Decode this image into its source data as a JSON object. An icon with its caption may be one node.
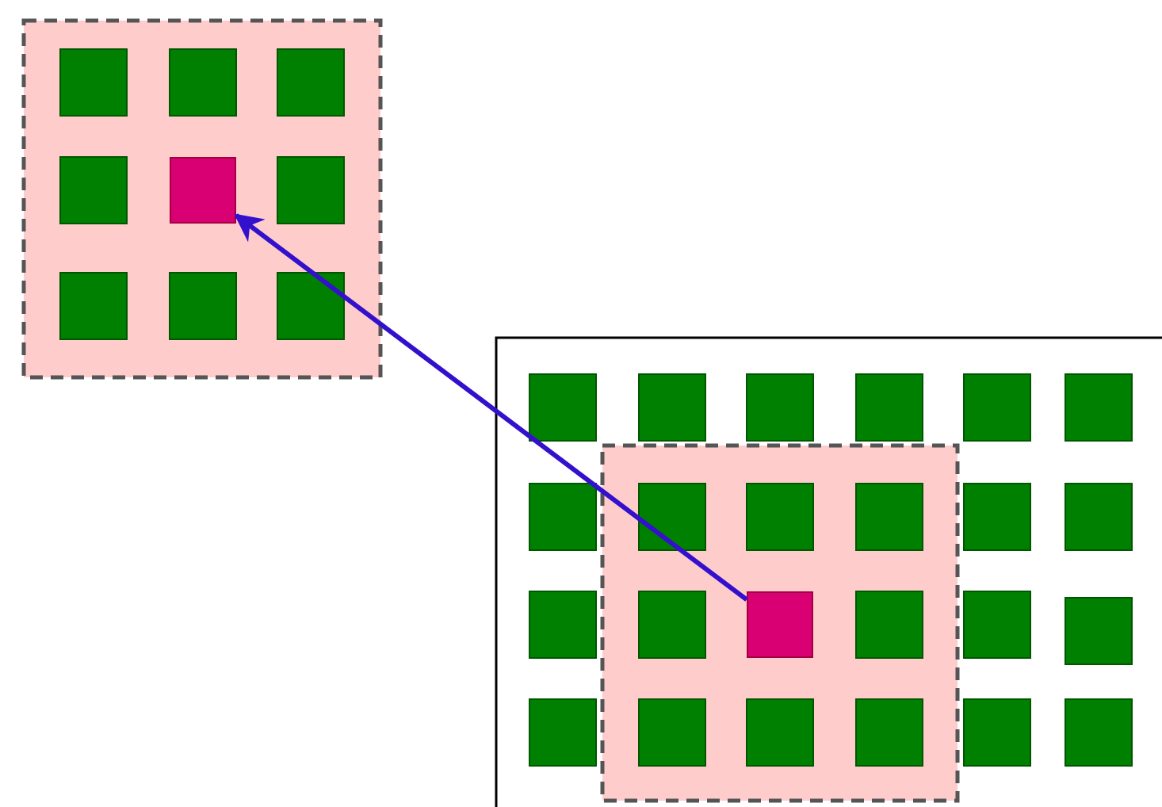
{
  "diagram": {
    "nodes": [
      {
        "text": [],
        "shape": "box"
      },
      {
        "text": [],
        "shape": "box"
      }
    ],
    "edges": [
      {
        "from": 1,
        "to": 0,
        "arrow": "to"
      }
    ]
  }
}
